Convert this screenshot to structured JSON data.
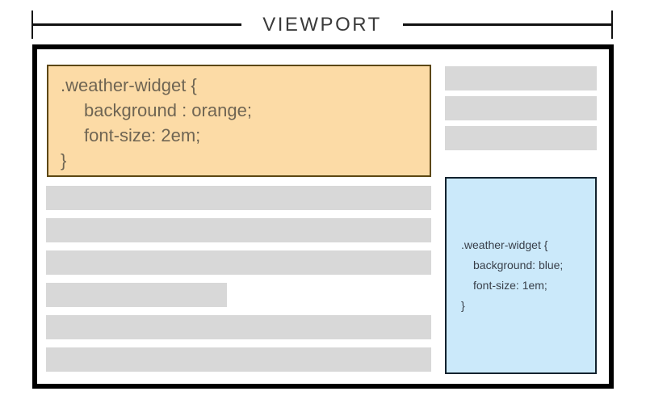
{
  "ruler": {
    "label": "VIEWPORT"
  },
  "orange_widget": {
    "code": {
      "selector": ".weather-widget {",
      "declarations": [
        "background : orange;",
        "font-size: 2em;"
      ],
      "closing": "}"
    },
    "background_color": "#fcdba6",
    "border_color": "#5c4713",
    "text_color": "#6f6553"
  },
  "blue_widget": {
    "code": {
      "selector": ".weather-widget {",
      "declarations": [
        "background: blue;",
        "font-size: 1em;"
      ],
      "closing": "}"
    },
    "background_color": "#cbe9fa",
    "border_color": "#12222e",
    "text_color": "#39404a"
  },
  "skeleton": {
    "bar_color": "#d8d8d8",
    "left_bars_width_pct": [
      100,
      100,
      100,
      47,
      100,
      100
    ],
    "right_bars_width_pct": [
      100,
      100,
      100
    ]
  },
  "frame": {
    "border_color": "#000000",
    "ruler_color": "#111111"
  }
}
